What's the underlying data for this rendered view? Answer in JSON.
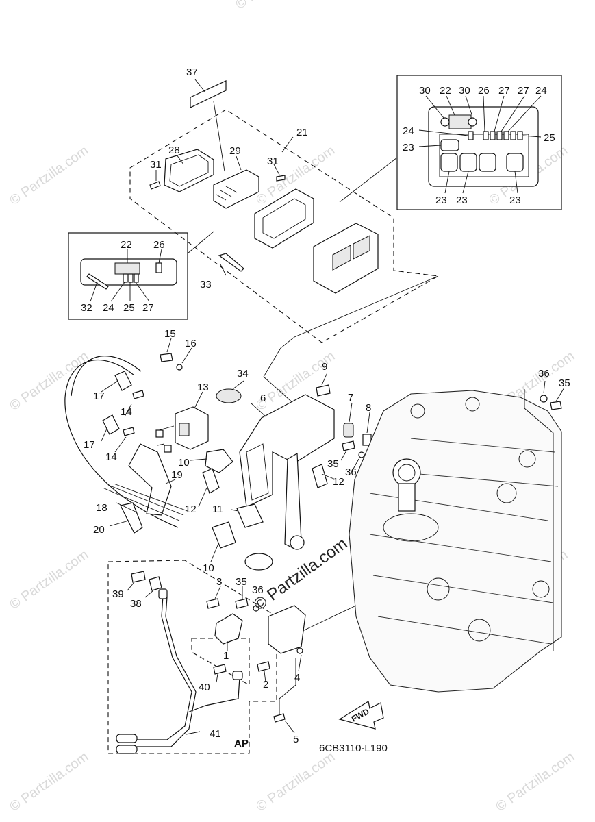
{
  "watermark": "© Partzilla.com",
  "diagram_code": "6CB3110-L190",
  "ap_label": "AP",
  "fwd_label": "FWD",
  "callouts": {
    "c1": "1",
    "c2": "2",
    "c3": "3",
    "c4": "4",
    "c5": "5",
    "c6": "6",
    "c7": "7",
    "c8": "8",
    "c9": "9",
    "c10a": "10",
    "c10b": "10",
    "c11": "11",
    "c12a": "12",
    "c12b": "12",
    "c13": "13",
    "c14a": "14",
    "c14b": "14",
    "c15": "15",
    "c16": "16",
    "c17a": "17",
    "c17b": "17",
    "c18": "18",
    "c19": "19",
    "c20": "20",
    "c21": "21",
    "c22a": "22",
    "c22b": "22",
    "c23a": "23",
    "c23b": "23",
    "c23c": "23",
    "c23d": "23",
    "c24a": "24",
    "c24b": "24",
    "c24c": "24",
    "c25a": "25",
    "c25b": "25",
    "c26a": "26",
    "c26b": "26",
    "c27a": "27",
    "c27b": "27",
    "c27c": "27",
    "c28": "28",
    "c29": "29",
    "c30a": "30",
    "c30b": "30",
    "c31a": "31",
    "c31b": "31",
    "c32": "32",
    "c33": "33",
    "c34": "34",
    "c35a": "35",
    "c35b": "35",
    "c35c": "35",
    "c36a": "36",
    "c36b": "36",
    "c36c": "36",
    "c37": "37",
    "c38": "38",
    "c39": "39",
    "c40": "40",
    "c41": "41"
  }
}
